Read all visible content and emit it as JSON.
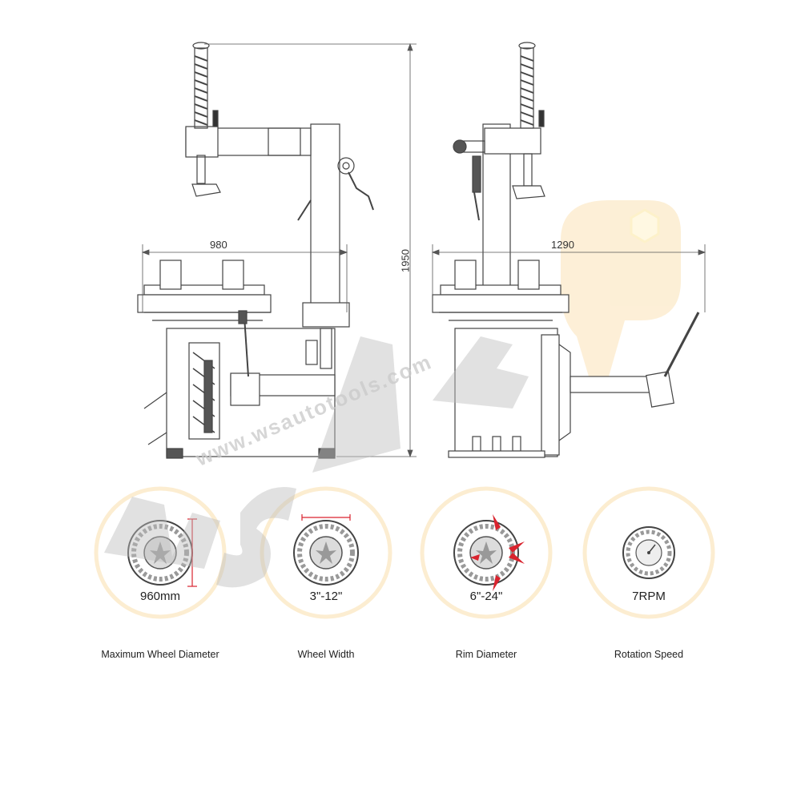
{
  "dimensions": {
    "width_front": "980",
    "height": "1950",
    "width_side": "1290"
  },
  "watermark": {
    "brand": "WSAT",
    "website": "www.wsautotools.com"
  },
  "specs": [
    {
      "value": "960mm",
      "caption": "Maximum Wheel Diameter"
    },
    {
      "value": "3\"-12\"",
      "caption": "Wheel Width"
    },
    {
      "value": "6\"-24\"",
      "caption": "Rim Diameter"
    },
    {
      "value": "7RPM",
      "caption": "Rotation Speed"
    }
  ],
  "colors": {
    "line": "#444444",
    "arrow": "#d9232e",
    "watermark_gray": "#cfcfcf",
    "watermark_orange": "#fbe2b6",
    "watermark_yellow": "#fdeaa0"
  }
}
